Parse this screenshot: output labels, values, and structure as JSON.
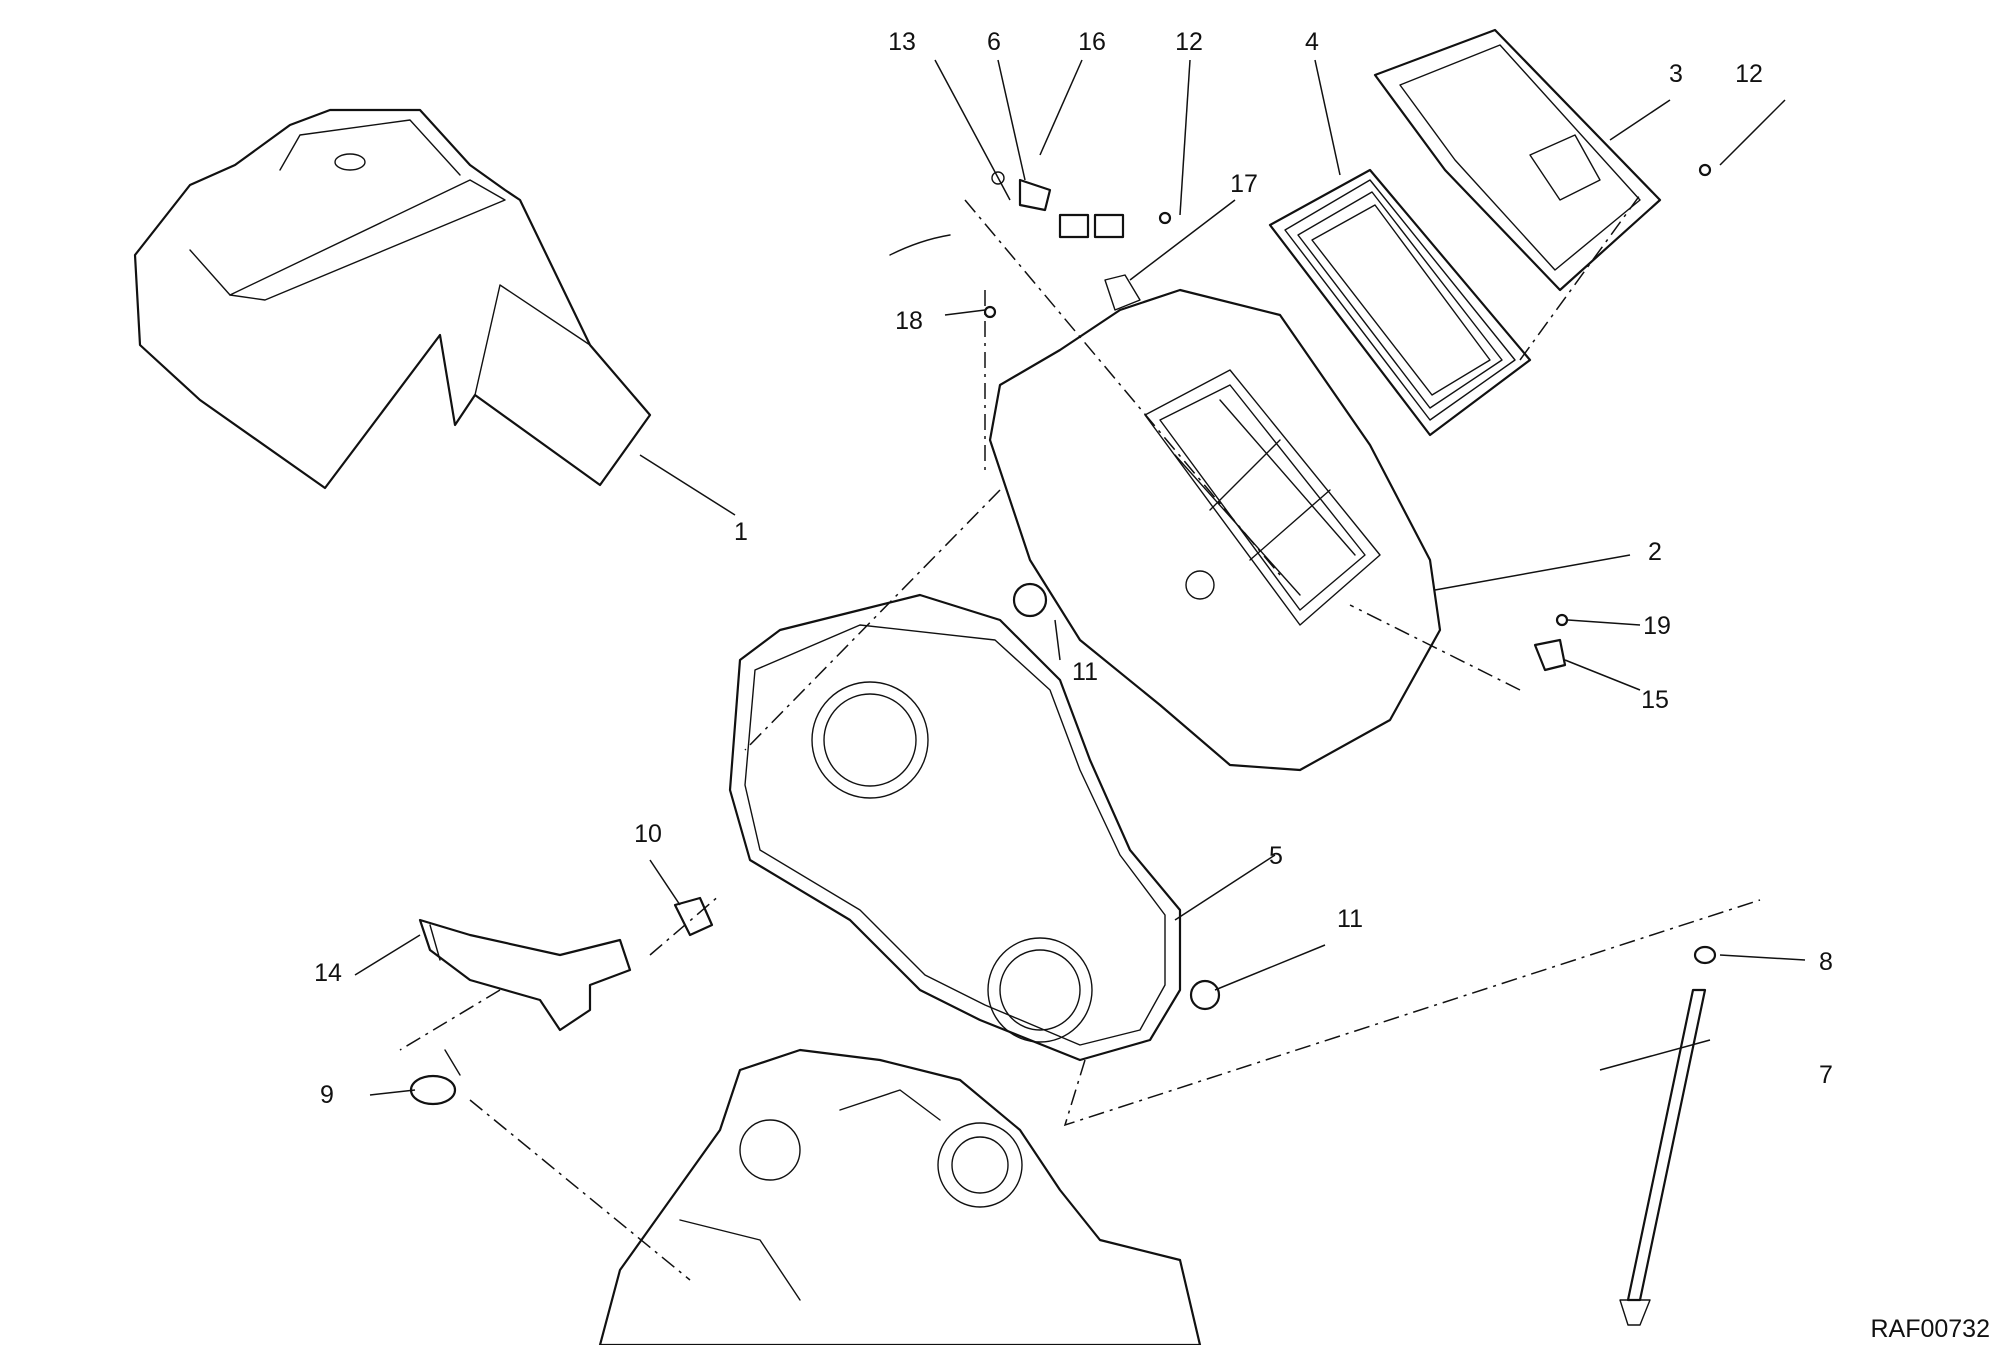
{
  "reference_code": "RAF00732",
  "callouts": [
    {
      "label": "1"
    },
    {
      "label": "2"
    },
    {
      "label": "3"
    },
    {
      "label": "4"
    },
    {
      "label": "5"
    },
    {
      "label": "6"
    },
    {
      "label": "7"
    },
    {
      "label": "8"
    },
    {
      "label": "9"
    },
    {
      "label": "10"
    },
    {
      "label": "11"
    },
    {
      "label": "11"
    },
    {
      "label": "12"
    },
    {
      "label": "12"
    },
    {
      "label": "13"
    },
    {
      "label": "14"
    },
    {
      "label": "15"
    },
    {
      "label": "16"
    },
    {
      "label": "17"
    },
    {
      "label": "18"
    },
    {
      "label": "19"
    }
  ]
}
